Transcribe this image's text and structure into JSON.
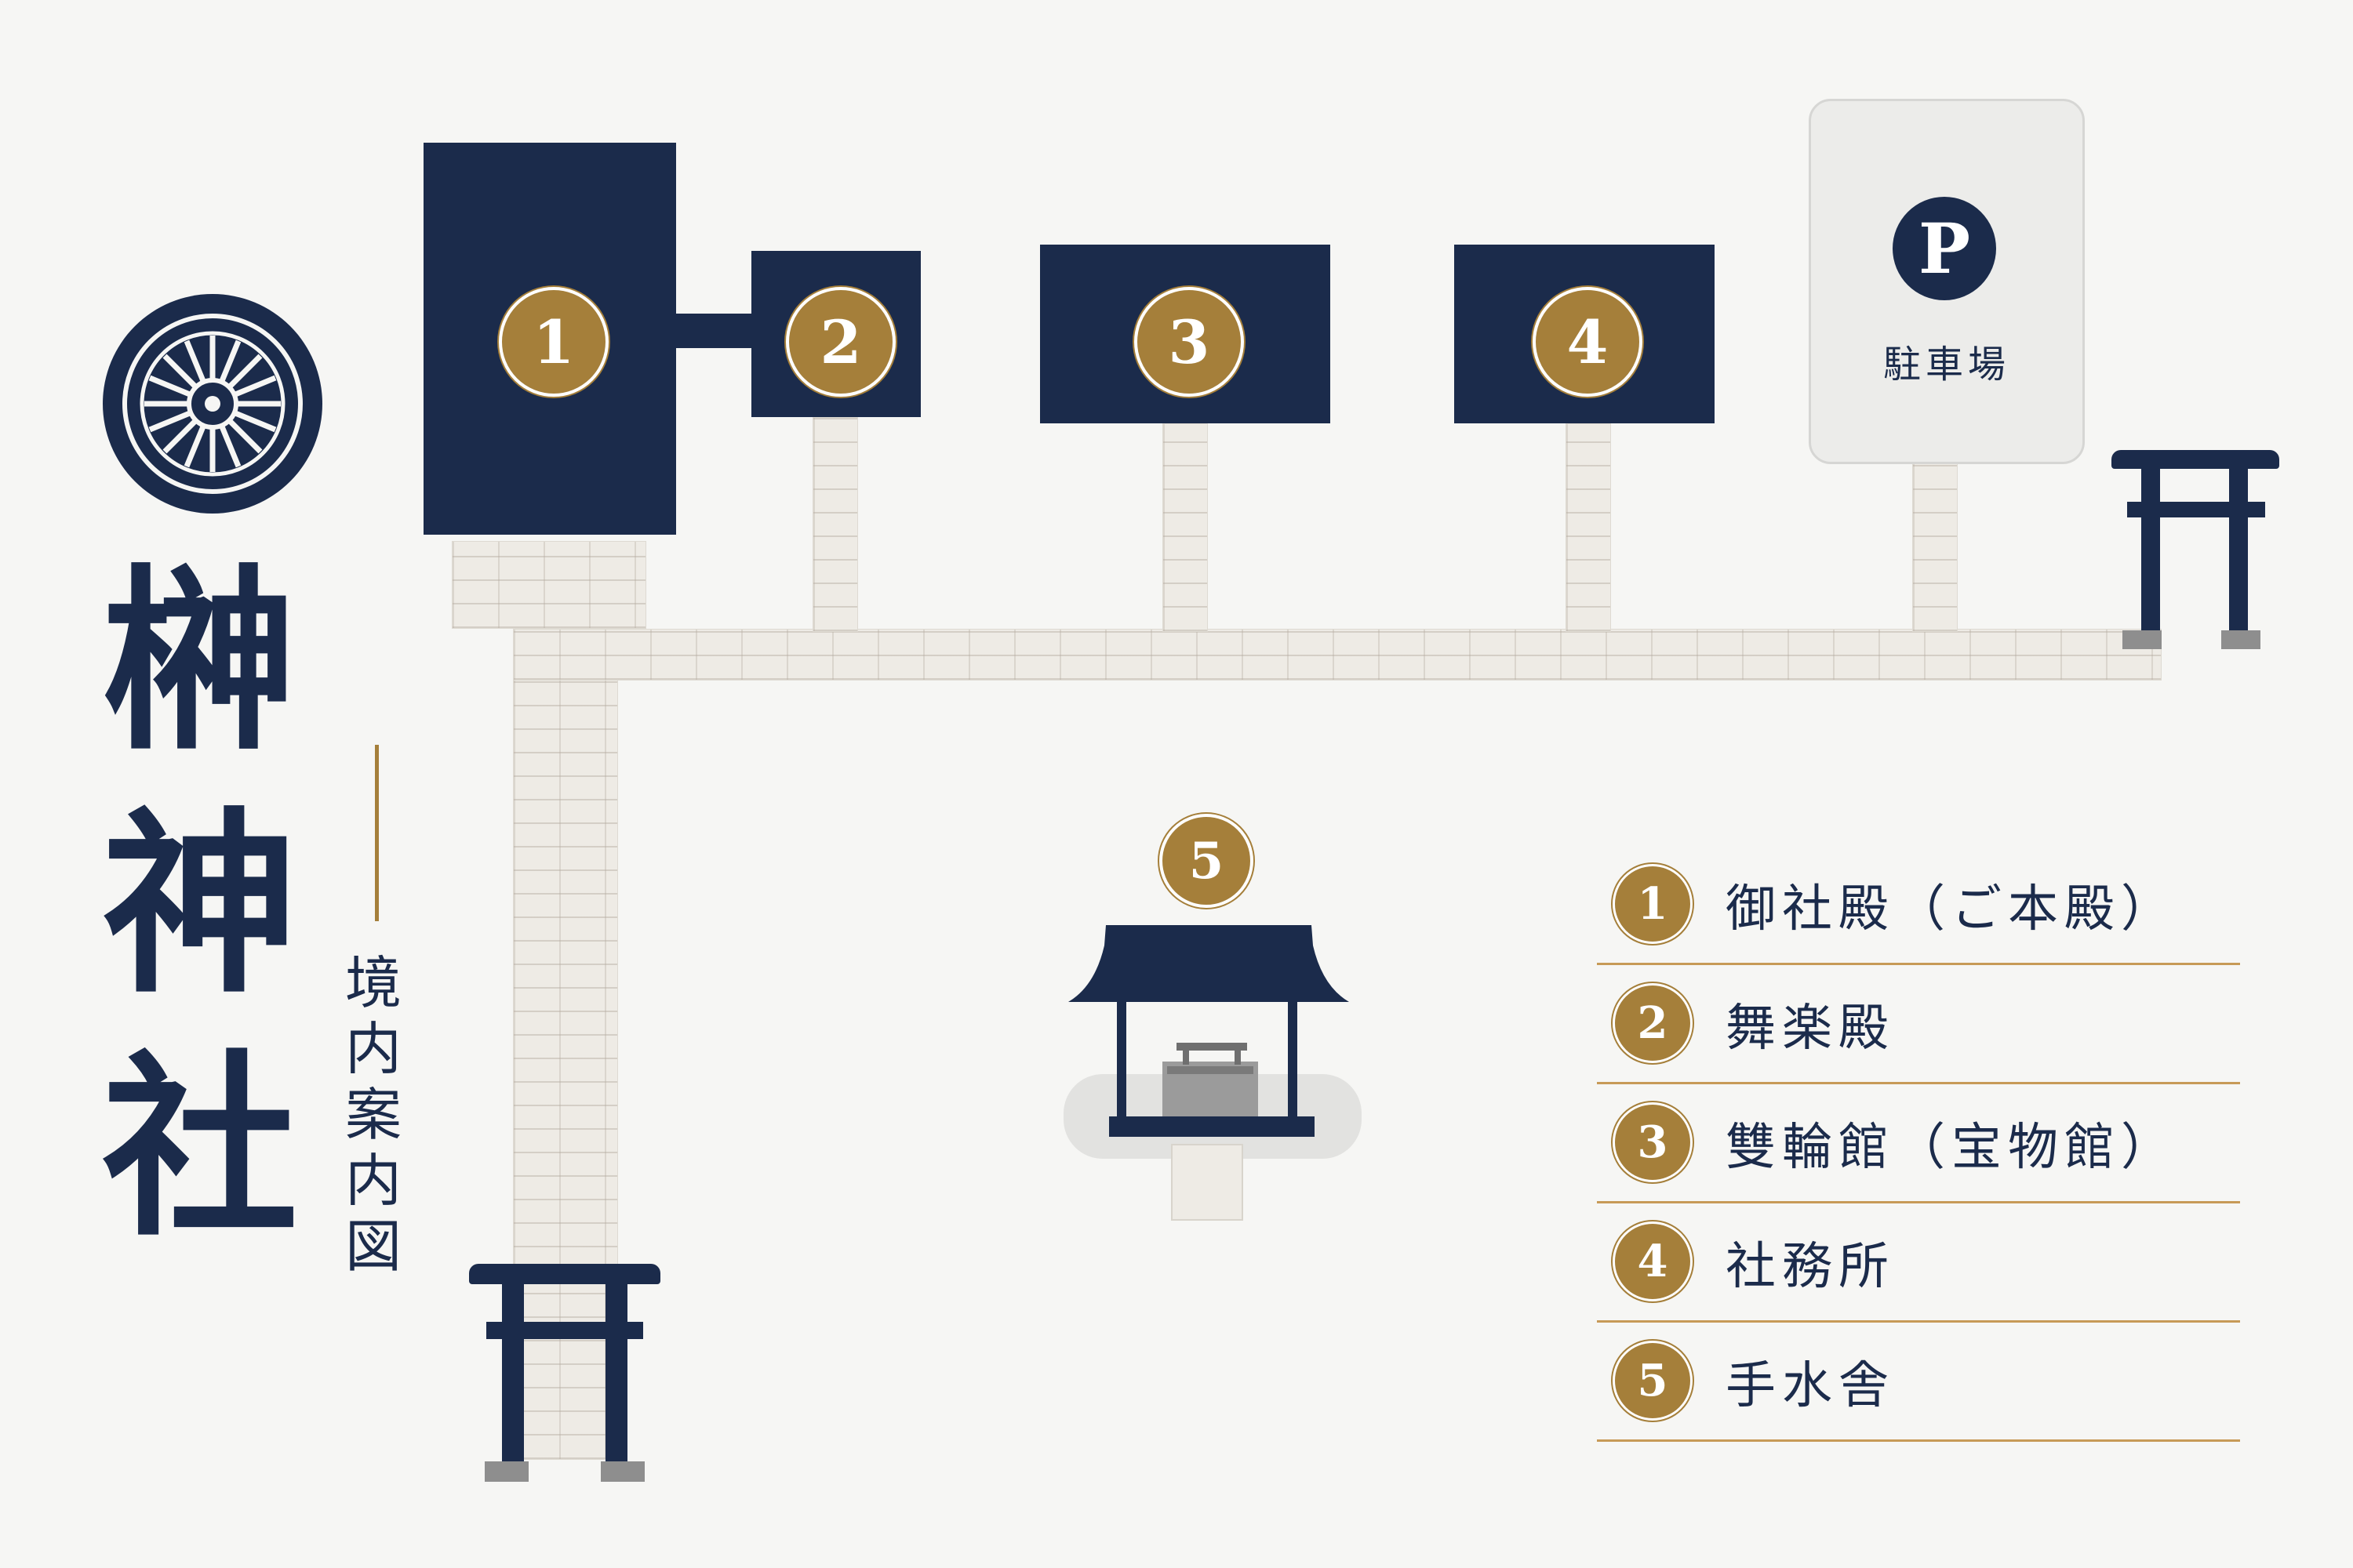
{
  "title": {
    "chars": [
      "榊",
      "神",
      "社"
    ],
    "subtitle_chars": [
      "境",
      "内",
      "案",
      "内",
      "図"
    ]
  },
  "buildings": [
    {
      "num": "1"
    },
    {
      "num": "2"
    },
    {
      "num": "3"
    },
    {
      "num": "4"
    },
    {
      "num": "5"
    }
  ],
  "parking": {
    "symbol": "P",
    "label": "駐車場"
  },
  "legend": [
    {
      "num": "1",
      "label": "御社殿（ご本殿）"
    },
    {
      "num": "2",
      "label": "舞楽殿"
    },
    {
      "num": "3",
      "label": "雙輪館（宝物館）"
    },
    {
      "num": "4",
      "label": "社務所"
    },
    {
      "num": "5",
      "label": "手水舎"
    }
  ],
  "colors": {
    "navy": "#1b2b4b",
    "gold": "#a57f3a",
    "accent_line": "#c79a57",
    "path": "#eeebe5"
  }
}
